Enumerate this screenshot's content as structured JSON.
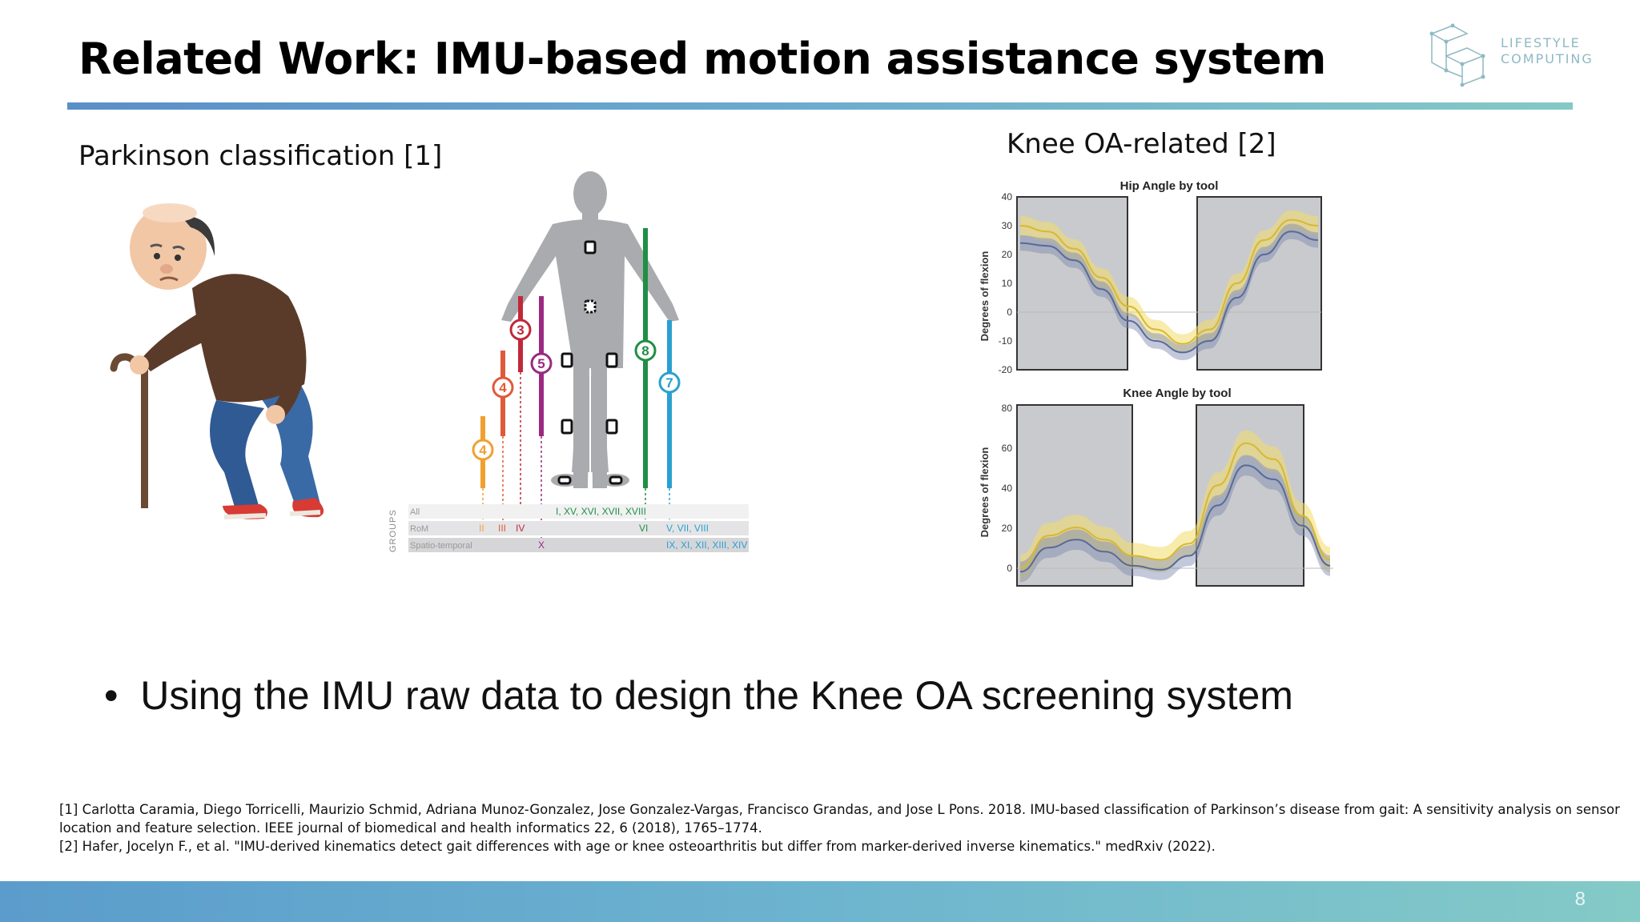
{
  "slide": {
    "title": "Related Work: IMU-based motion assistance system",
    "logo_text_line1": "LIFESTYLE",
    "logo_text_line2": "COMPUTING",
    "page_number": "8"
  },
  "left_section": {
    "label": "Parkinson classification [1]",
    "sensor_numbers": [
      "3",
      "4",
      "5",
      "4",
      "8",
      "7"
    ],
    "groups_axis_label": "GROUPS",
    "group_rows": [
      "All",
      "RoM",
      "Spatio-temporal"
    ],
    "group_tags": {
      "all_center": "I, XV, XVI, XVII, XVIII",
      "rom_left_1": "II",
      "rom_left_2": "III",
      "rom_left_3": "IV",
      "rom_mid": "VI",
      "rom_right": "V, VII, VIII",
      "spatio_left": "X",
      "spatio_right": "IX, XI, XII, XIII, XIV"
    }
  },
  "right_section": {
    "label": "Knee OA-related [2]",
    "charts": [
      {
        "title": "Hip Angle by tool",
        "ylabel": "Degrees of flexion",
        "yticks": [
          "40",
          "30",
          "20",
          "10",
          "0",
          "-10",
          "-20"
        ]
      },
      {
        "title": "Knee Angle by tool",
        "ylabel": "Degrees of flexion",
        "yticks": [
          "80",
          "60",
          "40",
          "20",
          "0"
        ]
      }
    ]
  },
  "chart_data": [
    {
      "type": "line",
      "title": "Hip Angle by tool",
      "ylabel": "Degrees of flexion",
      "ylim": [
        -20,
        40
      ],
      "series": [
        {
          "values": [
            24,
            23,
            18,
            8,
            -3,
            -10,
            -14,
            -10,
            5,
            20,
            28,
            25
          ],
          "color": "#6f7fa8"
        },
        {
          "values": [
            30,
            28,
            22,
            12,
            2,
            -6,
            -11,
            -6,
            10,
            25,
            32,
            30
          ],
          "color": "#e8c94a"
        }
      ],
      "shaded_regions": 2
    },
    {
      "type": "line",
      "title": "Knee Angle by tool",
      "ylabel": "Degrees of flexion",
      "ylim": [
        -5,
        85
      ],
      "series": [
        {
          "values": [
            2,
            14,
            18,
            12,
            5,
            3,
            10,
            35,
            55,
            48,
            25,
            5
          ],
          "color": "#6f7fa8"
        },
        {
          "values": [
            4,
            20,
            24,
            18,
            10,
            8,
            16,
            45,
            66,
            58,
            30,
            8
          ],
          "color": "#e8c94a"
        }
      ],
      "shaded_regions": 2
    }
  ],
  "bullets": [
    "Using the IMU raw data to design the Knee OA screening system"
  ],
  "references": [
    "[1] Carlotta Caramia, Diego Torricelli, Maurizio Schmid, Adriana Munoz-Gonzalez, Jose Gonzalez-Vargas, Francisco Grandas, and Jose L Pons. 2018. IMU-based classification of Parkinson’s disease from gait: A sensitivity analysis on sensor",
    "location and feature selection. IEEE journal of biomedical and health informatics 22, 6 (2018), 1765–1774.",
    "[2] Hafer, Jocelyn F., et al. \"IMU-derived kinematics detect gait differences with age or knee osteoarthritis but differ from marker-derived inverse kinematics.\" medRxiv (2022)."
  ],
  "colors": {
    "accent_blue": "#5b8fc7",
    "accent_teal": "#84c9c6",
    "series_blue": "#6f7fa8",
    "series_yellow": "#e8c94a",
    "sensor_orange": "#f0a030",
    "sensor_red": "#e05a3a",
    "sensor_crimson": "#c0283a",
    "sensor_purple": "#9a2a80",
    "sensor_green": "#1f8f45",
    "sensor_cyan": "#2aa0d0"
  }
}
